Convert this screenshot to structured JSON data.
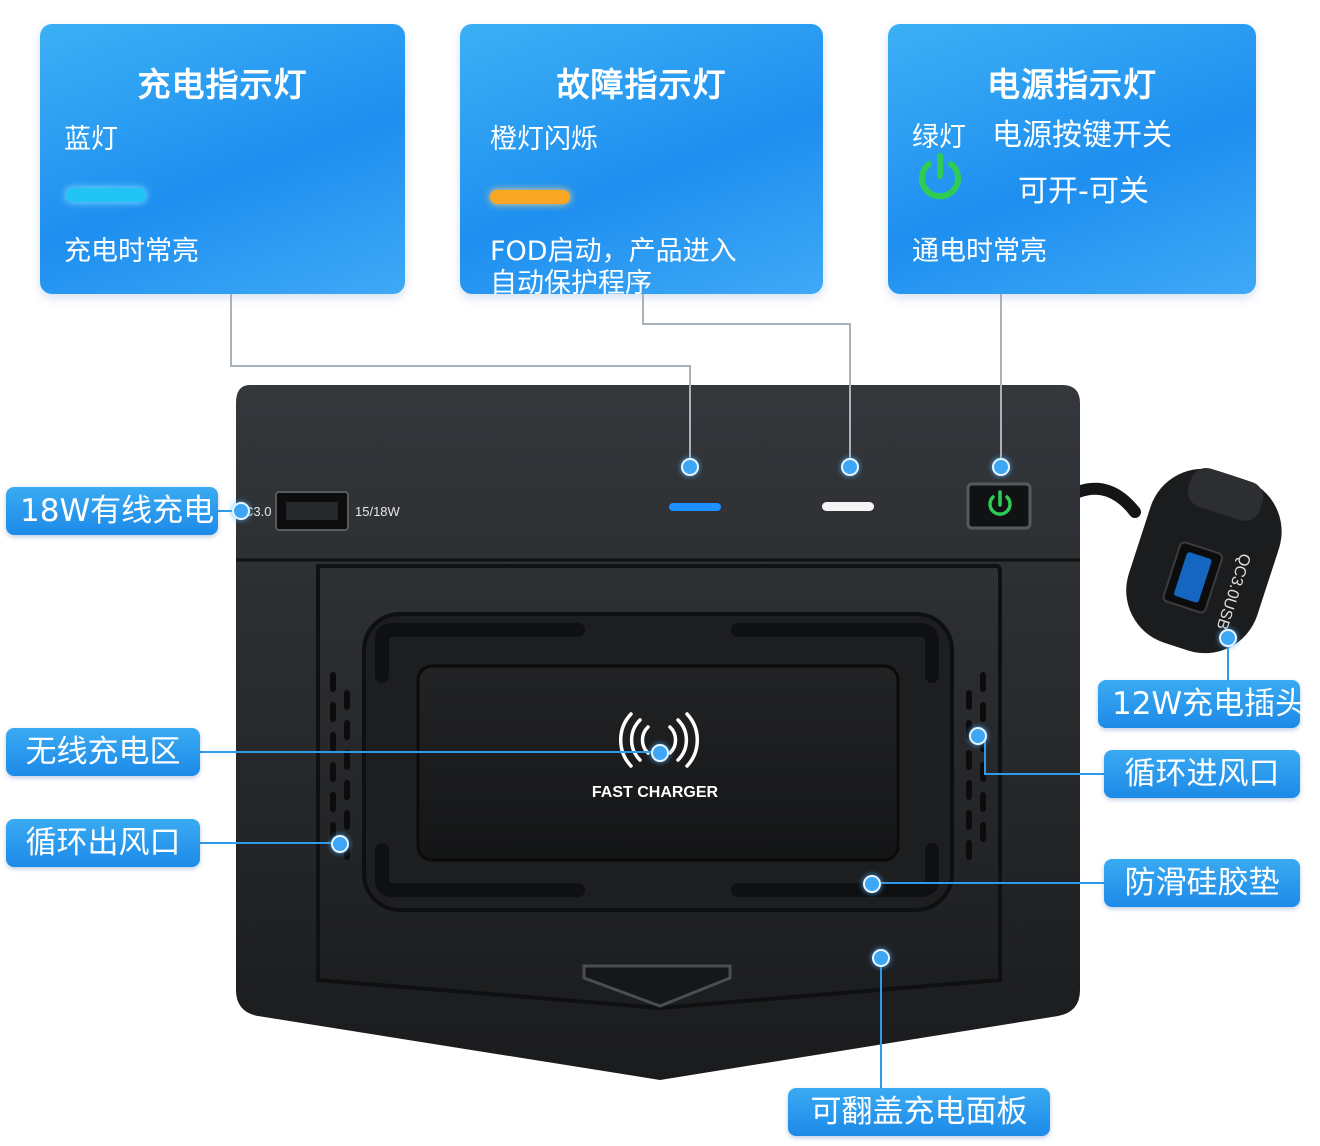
{
  "cards": {
    "charge": {
      "title": "充电指示灯",
      "light": "蓝灯",
      "desc": "充电时常亮",
      "bar_color": "#22c4f5"
    },
    "fault": {
      "title": "故障指示灯",
      "light": "橙灯闪烁",
      "desc_line1": "FOD启动，产品进入",
      "desc_line2": "自动保护程序",
      "bar_color": "#f8a623"
    },
    "power": {
      "title": "电源指示灯",
      "light": "绿灯",
      "button_desc": "电源按键开关",
      "on_off": "可开-可关",
      "desc": "通电时常亮",
      "icon": "power-icon",
      "icon_color": "#2ecc55"
    }
  },
  "device": {
    "port_label_left": "C3.0",
    "port_label_right": "15/18W",
    "pad_text": "FAST CHARGER",
    "plug_text": "QC3.0USB",
    "charge_led_color": "#1e90ff",
    "fault_led_color": "#f4f4f4",
    "power_led_color": "#2ecc55"
  },
  "callouts": {
    "wired": "18W有线充电",
    "wireless": "无线充电区",
    "outlet": "循环出风口",
    "plug": "12W充电插头",
    "inlet": "循环进风口",
    "mat": "防滑硅胶垫",
    "cover": "可翻盖充电面板"
  }
}
